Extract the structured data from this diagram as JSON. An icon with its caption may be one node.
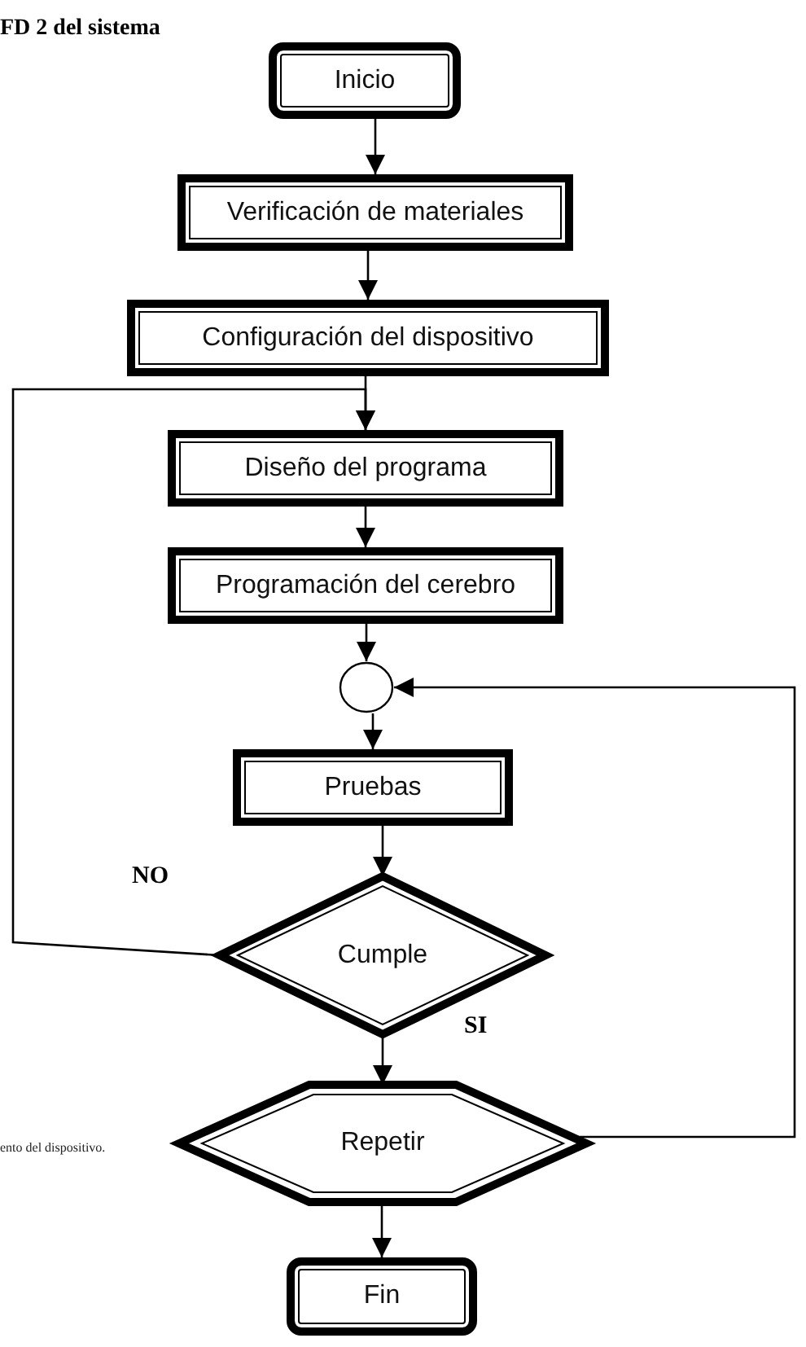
{
  "diagram": {
    "title": "FD 2 del sistema",
    "caption": "ento del dispositivo.",
    "nodes": [
      {
        "text": [
          "Inicio"
        ]
      },
      {
        "text": [
          "Verificación de materiales"
        ]
      },
      {
        "text": [
          "Configuración del dispositivo"
        ]
      },
      {
        "text": [
          "Diseño del programa"
        ]
      },
      {
        "text": [
          "Programación del cerebro"
        ]
      },
      {
        "text": [],
        "shape": "circle"
      },
      {
        "text": [
          "Pruebas"
        ]
      },
      {
        "text": [
          "Cumple"
        ]
      },
      {
        "text": [
          "Repetir"
        ]
      },
      {
        "text": [
          "Fin"
        ]
      }
    ],
    "edges": [
      {
        "from": 0,
        "to": 1,
        "arrow": "to"
      },
      {
        "from": 1,
        "to": 2,
        "arrow": "to"
      },
      {
        "from": 2,
        "to": 3,
        "arrow": "to"
      },
      {
        "from": 3,
        "to": 4,
        "arrow": "to"
      },
      {
        "from": 4,
        "to": 5,
        "arrow": "to"
      },
      {
        "from": 5,
        "to": 6,
        "arrow": "to"
      },
      {
        "from": 6,
        "to": 7,
        "arrow": "to"
      },
      {
        "from": 7,
        "to": 3,
        "arrow": "to",
        "label": "NO"
      },
      {
        "from": 7,
        "to": 8,
        "arrow": "to",
        "label": "SI"
      },
      {
        "from": 8,
        "to": 9,
        "arrow": "to"
      },
      {
        "from": 8,
        "to": 5,
        "arrow": "to"
      }
    ]
  }
}
